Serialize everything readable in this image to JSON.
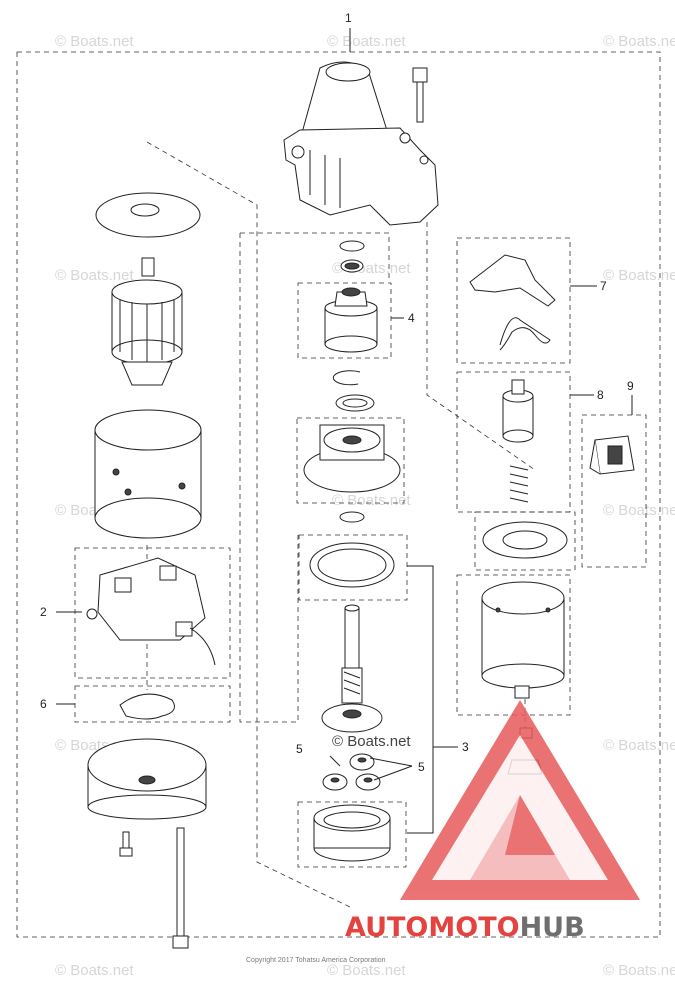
{
  "callouts": {
    "c1": "1",
    "c2": "2",
    "c3": "3",
    "c4": "4",
    "c5a": "5",
    "c5b": "5",
    "c6": "6",
    "c7": "7",
    "c8": "8",
    "c9": "9"
  },
  "watermark": "© Boats.net",
  "watermark_center": "© Boats.net",
  "copyright": "Copyright 2017 Tohatsu America Corporation",
  "brand": {
    "part1": "AUTO",
    "part2": "MOTO",
    "part3": "HUB"
  },
  "colors": {
    "logo_red": "#e85a5a",
    "logo_light": "#f4b2b2",
    "brand_red": "#e4433f",
    "brand_gray": "#6f6f6f",
    "watermark_gray": "#d6d6d6"
  }
}
